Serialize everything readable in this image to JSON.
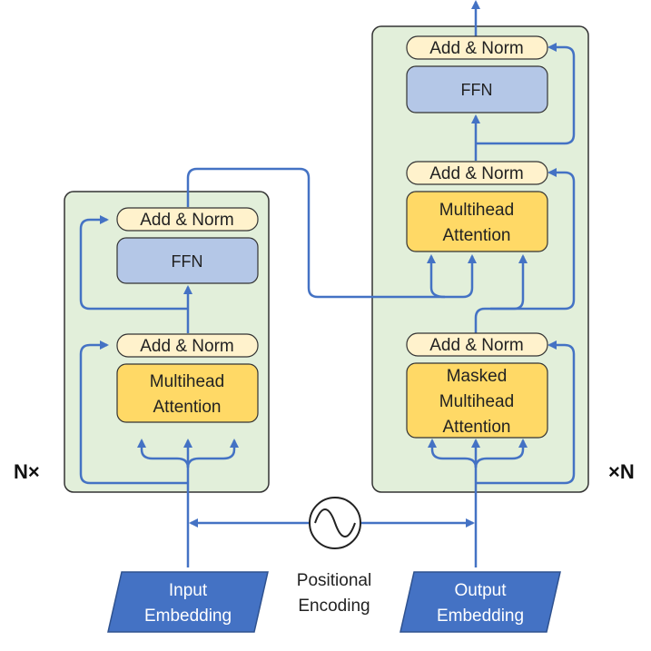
{
  "encoder": {
    "add_norm_top": "Add & Norm",
    "ffn": "FFN",
    "add_norm_bottom": "Add & Norm",
    "attention": [
      "Multihead",
      "Attention"
    ],
    "repeat_label": "N×"
  },
  "decoder": {
    "add_norm_top": "Add & Norm",
    "ffn": "FFN",
    "add_norm_mid": "Add & Norm",
    "cross_attention": [
      "Multihead",
      "Attention"
    ],
    "add_norm_bottom": "Add & Norm",
    "masked_attention": [
      "Masked",
      "Multihead",
      "Attention"
    ],
    "repeat_label": "×N"
  },
  "inputs": {
    "input_embedding": [
      "Input",
      "Embedding"
    ],
    "output_embedding": [
      "Output",
      "Embedding"
    ],
    "positional_encoding": [
      "Positional",
      "Encoding"
    ]
  },
  "colors": {
    "block_fill": "#e2efda",
    "block_stroke": "#333333",
    "add_norm_fill": "#fff2cc",
    "ffn_fill": "#b4c7e7",
    "attention_fill": "#ffd966",
    "embedding_fill": "#4472c4",
    "arrow": "#4472c4"
  }
}
